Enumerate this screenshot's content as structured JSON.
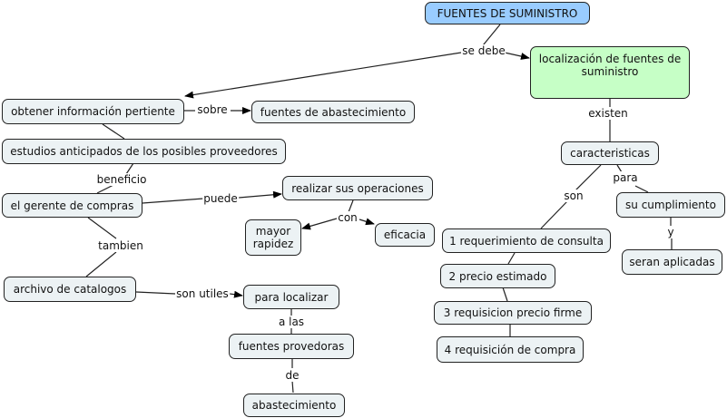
{
  "title": "FUENTES DE SUMINISTRO",
  "nodes": {
    "root": "FUENTES DE SUMINISTRO",
    "localizacion": "localización de fuentes de suministro",
    "obtener": "obtener información pertiente",
    "fuentes_abast": "fuentes de abastecimiento",
    "estudios": "estudios anticipados de los posibles proveedores",
    "gerente": "el gerente de compras",
    "realizar": "realizar sus operaciones",
    "mayor": "mayor rapidez",
    "eficacia": "eficacia",
    "archivo": "archivo de catalogos",
    "para_localizar": "para localizar",
    "fuentes_prov": "fuentes provedoras",
    "abastecimiento": "abastecimiento",
    "caracteristicas": "caracteristicas",
    "su_cumplimiento": "su cumplimiento",
    "seran": "seran aplicadas",
    "req1": "1 requerimiento de consulta",
    "req2": "2 precio estimado",
    "req3": "3 requisicion precio firme",
    "req4": "4 requisición de compra"
  },
  "links": {
    "se_debe": "se debe",
    "sobre": "sobre",
    "beneficio": "beneficio",
    "puede": "puede",
    "con": "con",
    "tambien": "tambien",
    "son_utiles": "son utiles",
    "a_las": "a las",
    "de": "de",
    "existen": "existen",
    "son": "son",
    "para": "para",
    "y": "y"
  },
  "colors": {
    "root": "#99ccff",
    "highlight": "#c6ffc6",
    "concept": "#ecf2f4"
  }
}
